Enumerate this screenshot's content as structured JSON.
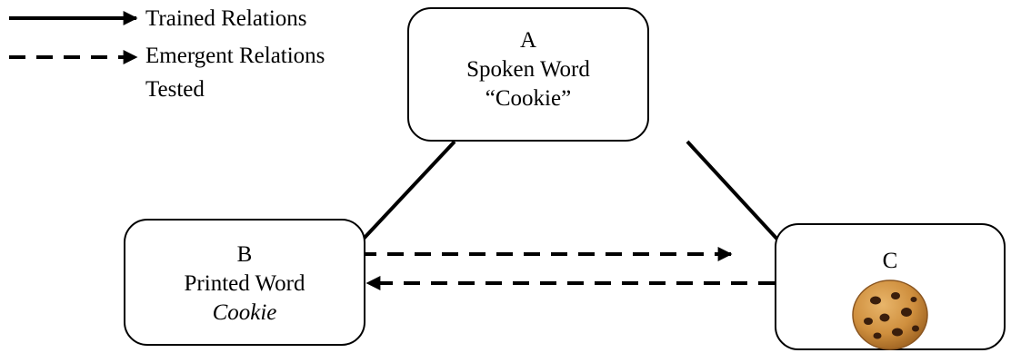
{
  "legend": {
    "trained_label": "Trained Relations",
    "emergent_label_line1": "Emergent Relations",
    "emergent_label_line2": "Tested"
  },
  "nodes": {
    "a": {
      "letter": "A",
      "line1": "Spoken Word",
      "line2": "“Cookie”"
    },
    "b": {
      "letter": "B",
      "line1": "Printed Word",
      "line2": "Cookie"
    },
    "c": {
      "letter": "C",
      "image": "cookie-icon"
    }
  }
}
